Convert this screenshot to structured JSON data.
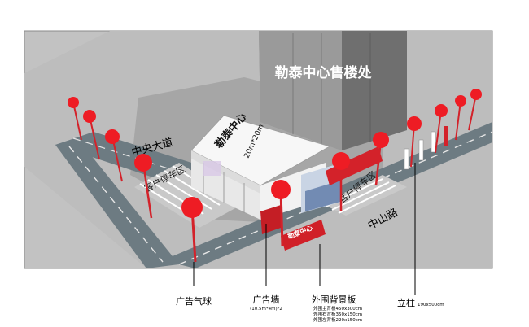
{
  "tower_sign": "勒泰中心售楼处",
  "roads": {
    "main": "中山路",
    "side": "中央大道"
  },
  "parking": {
    "left": "客户停车区",
    "right": "客户停车区"
  },
  "tent_title": "勒泰中心",
  "tent_size": "20m*20m",
  "hoarding_text": "勒泰中心",
  "legend": {
    "balloon": {
      "label": "广告气球"
    },
    "ad_wall": {
      "label": "广告墙",
      "sub": "(10.5m*4m)*2"
    },
    "backdrop": {
      "label": "外围背景板",
      "lines": [
        "外围主背板450x300cm",
        "外围右背板350x150cm",
        "外围左背板220x150cm"
      ]
    },
    "pillar": {
      "label": "立柱",
      "sub": "190x500cm"
    }
  },
  "colors": {
    "ground": "#bcbcbc",
    "pad": "#9a9a9a",
    "road": "#6c7a80",
    "balloon": "#ee1c24",
    "tower": "#8a8a8a"
  }
}
